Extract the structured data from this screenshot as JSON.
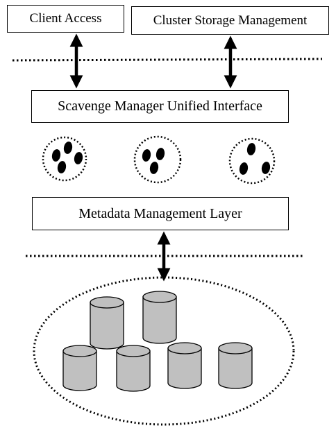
{
  "boxes": {
    "client_access": "Client Access",
    "cluster_storage": "Cluster Storage Management",
    "scavenge_manager": "Scavenge Manager Unified Interface",
    "metadata_layer": "Metadata Management Layer"
  },
  "colors": {
    "stroke": "#000000",
    "cylinder_fill": "#c0c0c0",
    "node_fill": "#000000",
    "background": "#ffffff"
  },
  "icons": {
    "arrow": "double-headed-arrow-icon",
    "cylinder": "database-cylinder-icon",
    "node_group": "node-cluster-icon"
  }
}
